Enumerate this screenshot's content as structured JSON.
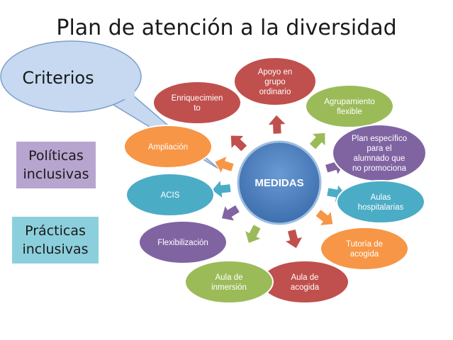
{
  "title": "Plan de atención a la diversidad",
  "callout": {
    "label": "Criterios"
  },
  "side_boxes": [
    {
      "lines": [
        "Políticas",
        "inclusivas"
      ],
      "color": "#b7a4cf"
    },
    {
      "lines": [
        "Prácticas",
        "inclusivas"
      ],
      "color": "#8ccfdc"
    }
  ],
  "center": {
    "label": "MEDIDAS",
    "color": "#4a7ebb"
  },
  "nodes": [
    {
      "name": "apoyo",
      "lines": [
        "Apoyo en",
        "grupo",
        "ordinario"
      ],
      "color": "#c0504d"
    },
    {
      "name": "agrupamiento",
      "lines": [
        "Agrupamiento",
        "flexible"
      ],
      "color": "#9bbb59"
    },
    {
      "name": "plan",
      "lines": [
        "Plan específico",
        "para el",
        "alumnado que",
        "no promociona"
      ],
      "color": "#8064a2"
    },
    {
      "name": "aulas-hosp",
      "lines": [
        "Aulas",
        "hospitalarias"
      ],
      "color": "#4bacc6"
    },
    {
      "name": "tutoria",
      "lines": [
        "Tutoría de",
        "acogida"
      ],
      "color": "#f79646"
    },
    {
      "name": "aula-acogida",
      "lines": [
        "Aula de",
        "acogida"
      ],
      "color": "#c0504d"
    },
    {
      "name": "aula-inmersion",
      "lines": [
        "Aula de",
        "inmersión"
      ],
      "color": "#9bbb59"
    },
    {
      "name": "flexibilizacion",
      "lines": [
        "Flexibilización"
      ],
      "color": "#8064a2"
    },
    {
      "name": "acis",
      "lines": [
        "ACIS"
      ],
      "color": "#4bacc6"
    },
    {
      "name": "ampliacion",
      "lines": [
        "Ampliación"
      ],
      "color": "#f79646"
    },
    {
      "name": "enriquecimiento",
      "lines": [
        "Enriquecimien",
        "to"
      ],
      "color": "#c0504d"
    }
  ]
}
